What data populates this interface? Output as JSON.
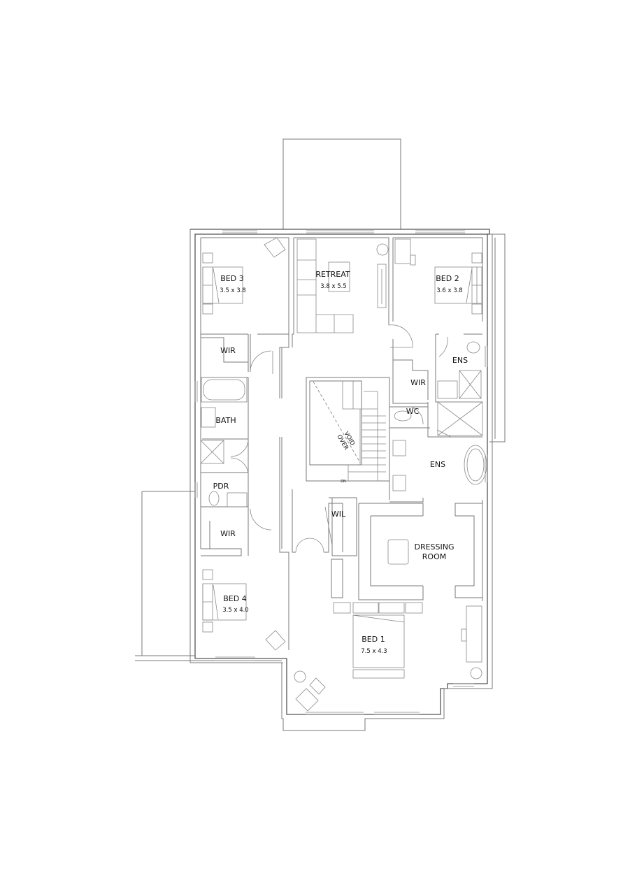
{
  "plan": {
    "rooms": {
      "bed3": {
        "name": "BED 3",
        "size": "3.5 x 3.8"
      },
      "retreat": {
        "name": "RETREAT",
        "size": "3.8 x 5.5"
      },
      "bed2": {
        "name": "BED 2",
        "size": "3.6 x 3.8"
      },
      "wir_bed3": {
        "name": "WIR"
      },
      "ens_bed2": {
        "name": "ENS"
      },
      "wir_bed2": {
        "name": "WIR"
      },
      "wc": {
        "name": "WC"
      },
      "bath": {
        "name": "BATH"
      },
      "ens_main": {
        "name": "ENS"
      },
      "pdr": {
        "name": "PDR"
      },
      "wil": {
        "name": "WIL"
      },
      "wir_bed4": {
        "name": "WIR"
      },
      "dressing": {
        "name_line1": "DRESSING",
        "name_line2": "ROOM"
      },
      "bed4": {
        "name": "BED 4",
        "size": "3.5 x 4.0"
      },
      "bed1": {
        "name": "BED 1",
        "size": "7.5 x 4.3"
      }
    },
    "void": {
      "line1": "VOID",
      "line2": "OVER"
    },
    "stair_label": "DN"
  }
}
